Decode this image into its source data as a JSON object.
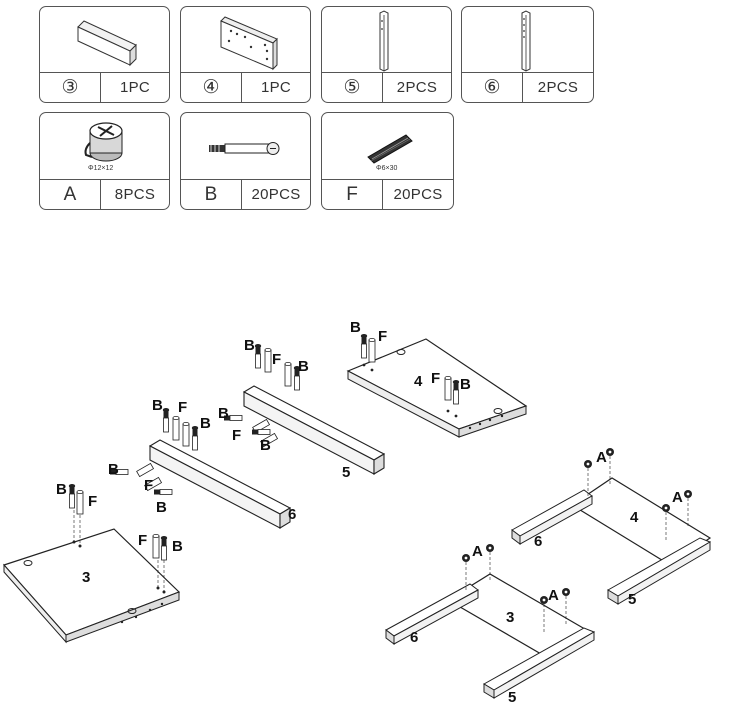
{
  "parts": [
    {
      "id": "③",
      "qty": "1PC"
    },
    {
      "id": "④",
      "qty": "1PC"
    },
    {
      "id": "⑤",
      "qty": "2PCS"
    },
    {
      "id": "⑥",
      "qty": "2PCS"
    }
  ],
  "hardware": [
    {
      "id": "A",
      "qty": "8PCS",
      "caption": "Φ12×12"
    },
    {
      "id": "B",
      "qty": "20PCS",
      "caption": ""
    },
    {
      "id": "F",
      "qty": "20PCS",
      "caption": "Φ6×30"
    }
  ],
  "labels": {
    "A": "A",
    "B": "B",
    "F": "F",
    "p3": "3",
    "p4": "4",
    "p5": "5",
    "p6": "6"
  },
  "icons": {
    "cam_lock": "cam-lock-icon",
    "cam_bolt": "cam-bolt-icon",
    "wood_dowel": "wood-dowel-icon"
  }
}
